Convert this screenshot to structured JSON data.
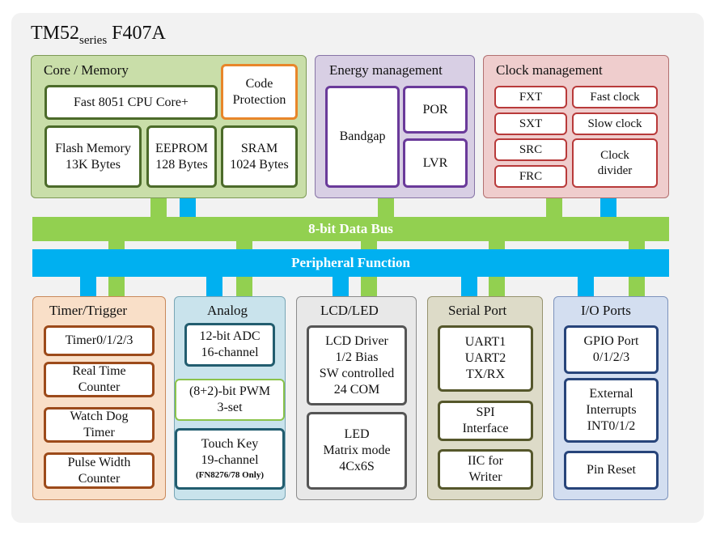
{
  "title": {
    "main": "TM52",
    "series": "series",
    "model": "F407A"
  },
  "bus": {
    "data_bus": "8-bit Data Bus",
    "peripheral": "Peripheral Function"
  },
  "core_memory": {
    "header": "Core / Memory",
    "cpu": "Fast 8051 CPU Core+",
    "code_protection": [
      "Code",
      "Protection"
    ],
    "flash": [
      "Flash Memory",
      "13K Bytes"
    ],
    "eeprom": [
      "EEPROM",
      "128 Bytes"
    ],
    "sram": [
      "SRAM",
      "1024 Bytes"
    ]
  },
  "energy": {
    "header": "Energy management",
    "bandgap": "Bandgap",
    "por": "POR",
    "lvr": "LVR"
  },
  "clock": {
    "header": "Clock management",
    "fxt": "FXT",
    "sxt": "SXT",
    "src": "SRC",
    "frc": "FRC",
    "fast": "Fast clock",
    "slow": "Slow clock",
    "divider": [
      "Clock",
      "divider"
    ]
  },
  "timer": {
    "header": "Timer/Trigger",
    "t0123": "Timer0/1/2/3",
    "rtc": [
      "Real Time",
      "Counter"
    ],
    "wdt": [
      "Watch Dog",
      "Timer"
    ],
    "pwc": [
      "Pulse Width",
      "Counter"
    ]
  },
  "analog": {
    "header": "Analog",
    "adc": [
      "12-bit ADC",
      "16-channel"
    ],
    "pwm": [
      "(8+2)-bit PWM",
      "3-set"
    ],
    "touch": [
      "Touch Key",
      "19-channel"
    ],
    "touch_note": "(FN8276/78 Only)"
  },
  "lcd": {
    "header": "LCD/LED",
    "driver": [
      "LCD Driver",
      "1/2 Bias",
      "SW controlled",
      "24 COM"
    ],
    "led": [
      "LED",
      "Matrix mode",
      "4Cx6S"
    ]
  },
  "serial": {
    "header": "Serial Port",
    "uart": [
      "UART1",
      "UART2",
      "TX/RX"
    ],
    "spi": [
      "SPI",
      "Interface"
    ],
    "iic": [
      "IIC for",
      "Writer"
    ]
  },
  "io": {
    "header": "I/O Ports",
    "gpio": [
      "GPIO Port",
      "0/1/2/3"
    ],
    "ext": [
      "External",
      "Interrupts",
      "INT0/1/2"
    ],
    "reset": "Pin Reset"
  }
}
